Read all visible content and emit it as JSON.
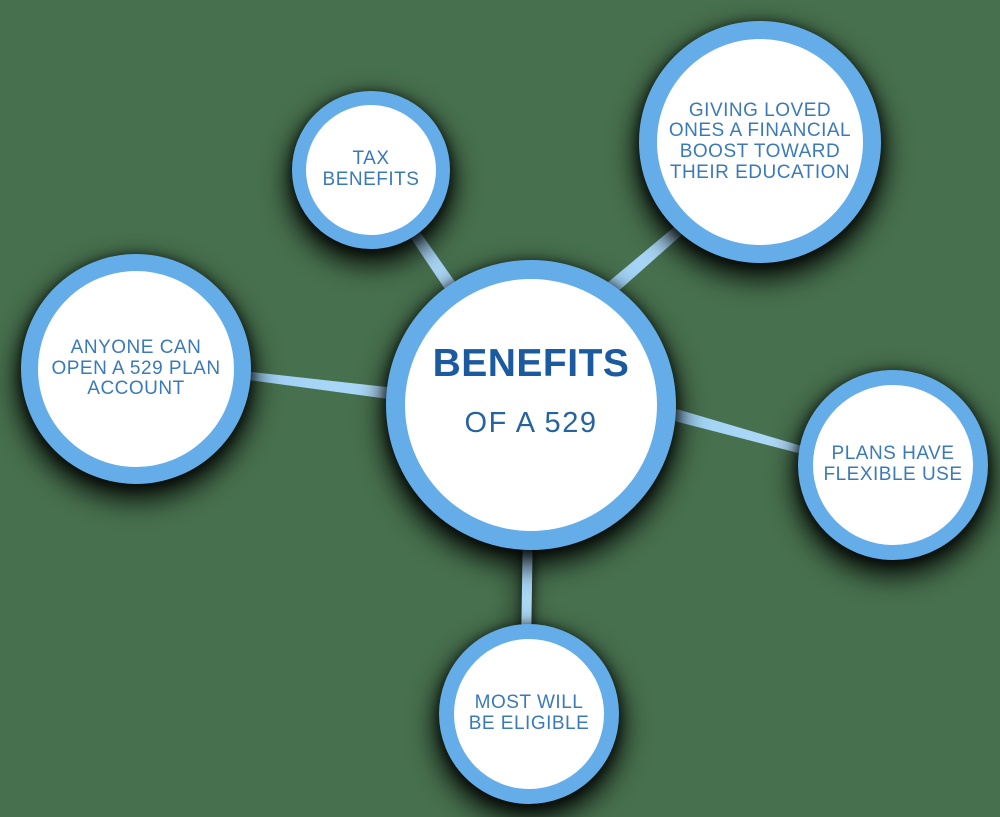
{
  "theme": {
    "bg_color": "#47704E",
    "ring_color": "#64ADE8",
    "connector_color": "#9CCFF3",
    "connector_color_2": "#B4DCF8",
    "circle_fill": "#FFFFFF",
    "node_text_color": "#3B7AB8",
    "center_title_color": "#1B5A9E",
    "center_subtitle_color": "#27649F"
  },
  "diagram": {
    "center": {
      "title": "BENEFITS",
      "subtitle": "OF A 529"
    },
    "nodes": [
      {
        "id": "tax-benefits",
        "label": "TAX\nBENEFITS"
      },
      {
        "id": "giving-loved-ones",
        "label": "GIVING LOVED\nONES A FINANCIAL\nBOOST TOWARD\nTHEIR EDUCATION"
      },
      {
        "id": "anyone-can-open",
        "label": "ANYONE CAN\nOPEN A 529 PLAN\nACCOUNT"
      },
      {
        "id": "plans-flexible-use",
        "label": "PLANS HAVE\nFLEXIBLE USE"
      },
      {
        "id": "most-will-be-eligible",
        "label": "MOST WILL\nBE ELIGIBLE"
      }
    ]
  }
}
